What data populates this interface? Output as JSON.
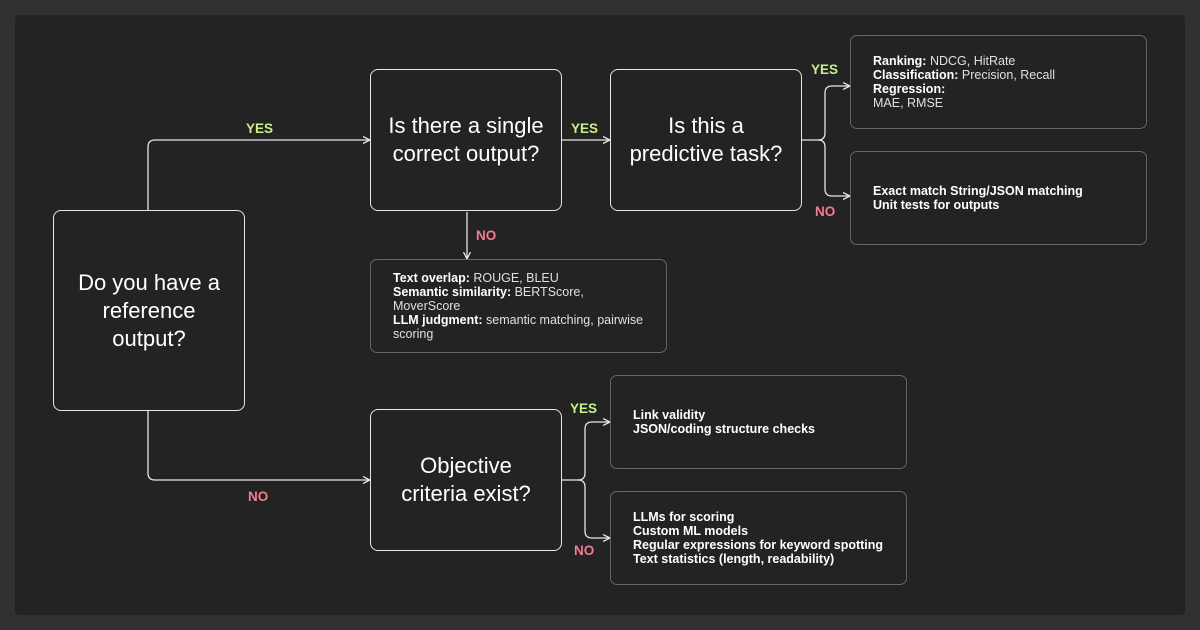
{
  "colors": {
    "background": "#232323",
    "frame": "#313131",
    "line": "#e6e6e6",
    "yes": "#c8f08c",
    "no": "#f07c8e"
  },
  "nodes": {
    "reference": "Do you have a reference output?",
    "single": "Is there a single correct output?",
    "predictive": "Is this a predictive task?",
    "objective": "Objective criteria exist?"
  },
  "edge_labels": {
    "ref_yes": "YES",
    "ref_no": "NO",
    "single_yes": "YES",
    "single_no": "NO",
    "pred_yes": "YES",
    "pred_no": "NO",
    "obj_yes": "YES",
    "obj_no": "NO"
  },
  "boxes": {
    "predictive_metrics": {
      "ranking_label": "Ranking:",
      "ranking_value": " NDCG, HitRate",
      "classification_label": "Classification:",
      "classification_value": " Precision, Recall ",
      "regression_label": "Regression:",
      "regression_value": "MAE, RMSE"
    },
    "exact_match": {
      "line1": "Exact match String/JSON matching",
      "line2": "Unit tests for outputs"
    },
    "open_ended": {
      "overlap_label": "Text overlap:",
      "overlap_value": " ROUGE, BLEU",
      "semantic_label": "Semantic similarity:",
      "semantic_value": " BERTScore, MoverScore",
      "llm_label": "LLM judgment:",
      "llm_value": " semantic matching, pairwise scoring"
    },
    "objective_checks": {
      "line1": "Link validity",
      "line2": "JSON/coding structure checks"
    },
    "subjective_methods": {
      "line1": "LLMs for scoring",
      "line2": "Custom ML models",
      "line3": "Regular expressions for keyword spotting",
      "line4": "Text statistics (length, readability)"
    }
  }
}
